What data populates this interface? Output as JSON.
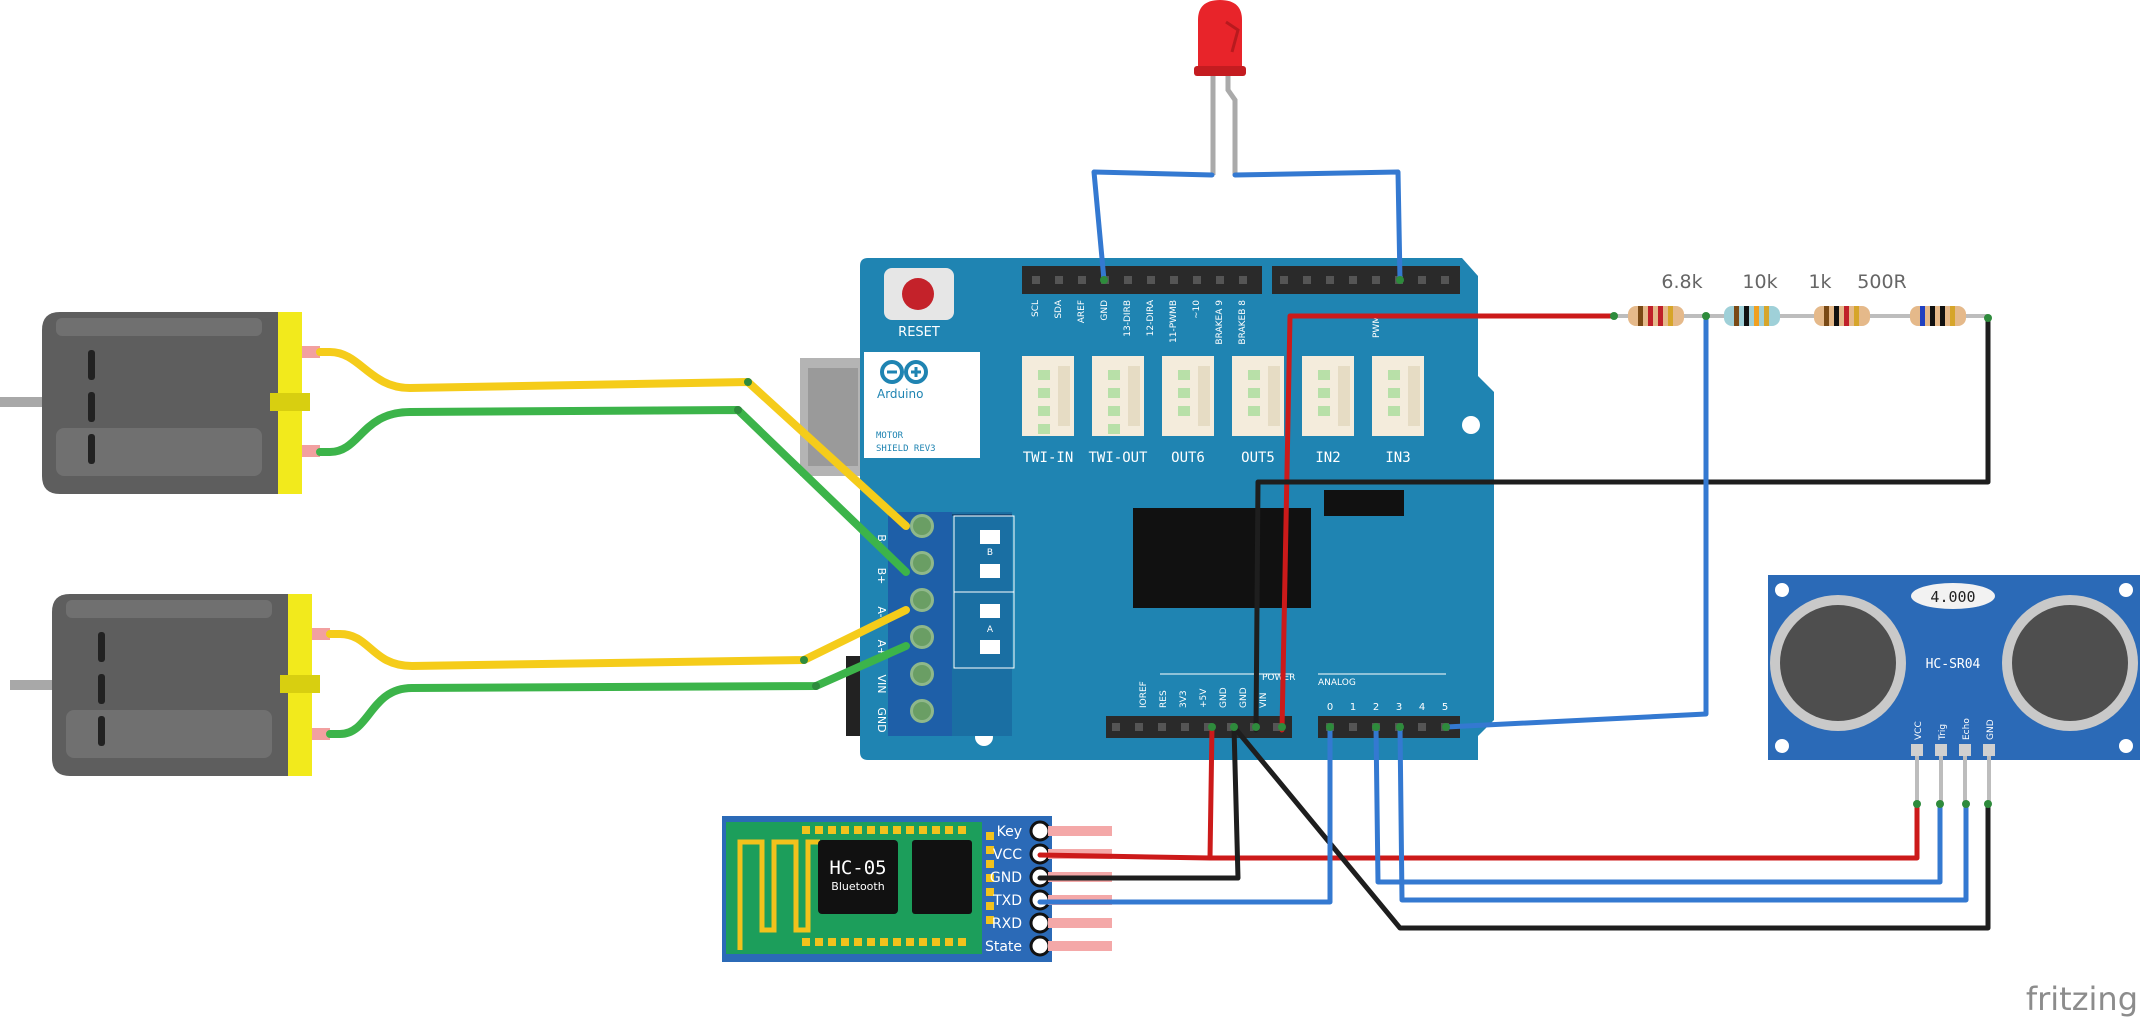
{
  "shield": {
    "brand": "Arduino",
    "reset_label": "RESET",
    "model_line1": "MOTOR",
    "model_line2": "SHIELD REV3",
    "connectors": [
      "TWI-IN",
      "TWI-OUT",
      "OUT6",
      "OUT5",
      "IN2",
      "IN3"
    ],
    "top_header_left": [
      "SCL",
      "SDA",
      "AREF",
      "GND",
      "13-DIRB",
      "12-DIRA",
      "11-PWMB",
      "~10",
      "BRAKEA 9",
      "BRAKEB 8"
    ],
    "pwm_label": "PWM",
    "power_pins": [
      "IOREF",
      "RES",
      "3V3",
      "+5V",
      "GND",
      "GND",
      "VIN"
    ],
    "power_label": "POWER",
    "analog_label": "ANALOG",
    "analog_pins": [
      "0",
      "1",
      "2",
      "3",
      "4",
      "5"
    ],
    "terminal_labels": [
      "B-",
      "B+",
      "A-",
      "A+",
      "VIN",
      "GND"
    ],
    "channel_b": "B",
    "channel_a": "A"
  },
  "resistors": [
    "6.8k",
    "10k",
    "1k",
    "500R"
  ],
  "sonar": {
    "model": "HC-SR04",
    "crystal": "4.000",
    "pins": [
      "VCC",
      "Trig",
      "Echo",
      "GND"
    ]
  },
  "bluetooth": {
    "model": "HC-05",
    "sub": "Bluetooth",
    "pins": [
      "Key",
      "VCC",
      "GND",
      "TXD",
      "RXD",
      "State"
    ]
  },
  "watermark": "fritzing",
  "colors": {
    "board": "#1f84b2",
    "wire_blue": "#3479d1",
    "wire_red": "#cc1a1a",
    "wire_black": "#1e1e1e",
    "wire_yellow": "#f5cc1a",
    "wire_green": "#3cb44a",
    "motor_body": "#5e5e5e",
    "motor_cap": "#f2ea1c",
    "led": "#e8242a"
  }
}
